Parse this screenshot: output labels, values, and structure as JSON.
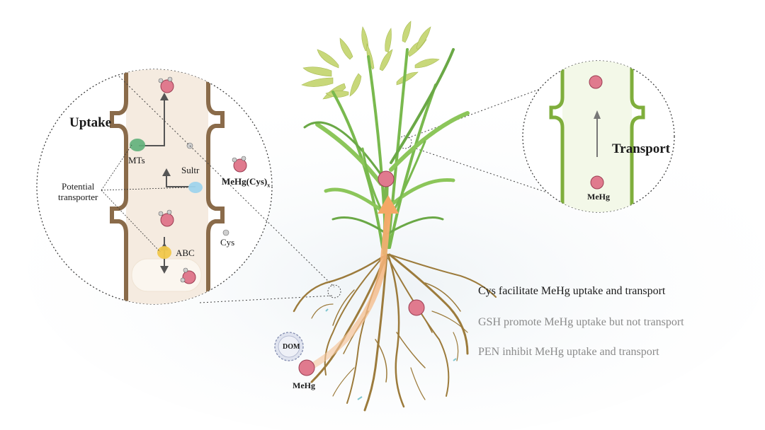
{
  "uptake_panel": {
    "title": "Uptake",
    "labels": {
      "mts": "MTs",
      "sultr": "Sultr",
      "mehg_cys": "MeHg(Cys)",
      "mehg_cys_sub": "x",
      "potential_line1": "Potential",
      "potential_line2": "transporter",
      "abc": "ABC",
      "cys": "Cys"
    }
  },
  "transport_panel": {
    "title": "Transport",
    "mehg_label": "MeHg"
  },
  "root_zone": {
    "dom_label": "DOM",
    "mehg_label": "MeHg"
  },
  "findings": [
    "Cys facilitate MeHg uptake and transport",
    "GSH promote MeHg uptake but not transport",
    "PEN inhibit MeHg uptake and transport"
  ],
  "colors": {
    "mehg": "#e07a8e",
    "cell_wall": "#8a6b4a",
    "cell_fill": "#f5ebe0",
    "xylem_wall": "#7fae3c",
    "xylem_fill": "#f3f8e8",
    "root": "#9c7b3c",
    "leaf": "#79b94e",
    "panicle": "#c8d87a",
    "arrow_orange": "#f4b27a"
  }
}
